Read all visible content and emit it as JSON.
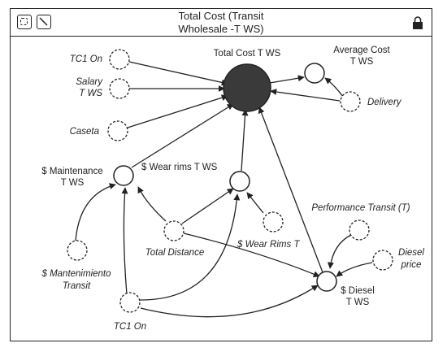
{
  "title": {
    "line1": "Total Cost (Transit",
    "line2": "Wholesale -T WS)"
  },
  "toolbar": {
    "select_icon": "dashed-selection-icon",
    "line_icon": "line-tool-icon",
    "lock_icon": "lock-icon"
  },
  "nodes": {
    "total_cost": {
      "label": "Total Cost T WS"
    },
    "average_cost": {
      "line1": "Average Cost",
      "line2": "T WS"
    },
    "delivery": {
      "label": "Delivery"
    },
    "tc1_on_top": {
      "label": "TC1 On"
    },
    "salary": {
      "line1": "Salary",
      "line2": "T WS"
    },
    "caseta": {
      "label": "Caseta"
    },
    "maintenance": {
      "line1": "$ Maintenance",
      "line2": "T WS"
    },
    "wear_rims": {
      "label": "$ Wear rims T WS"
    },
    "wear_rims_t": {
      "label": "$ Wear Rims T"
    },
    "total_distance": {
      "label": "Total Distance"
    },
    "mantenimiento_transit": {
      "line1": "$ Mantenimiento",
      "line2": "Transit"
    },
    "performance_transit": {
      "label": "Performance Transit (T)"
    },
    "diesel_price": {
      "line1": "Diesel",
      "line2": "price"
    },
    "diesel": {
      "line1": "$ Diesel",
      "line2": "T WS"
    },
    "tc1_on_bottom": {
      "label": "TC1 On"
    }
  }
}
